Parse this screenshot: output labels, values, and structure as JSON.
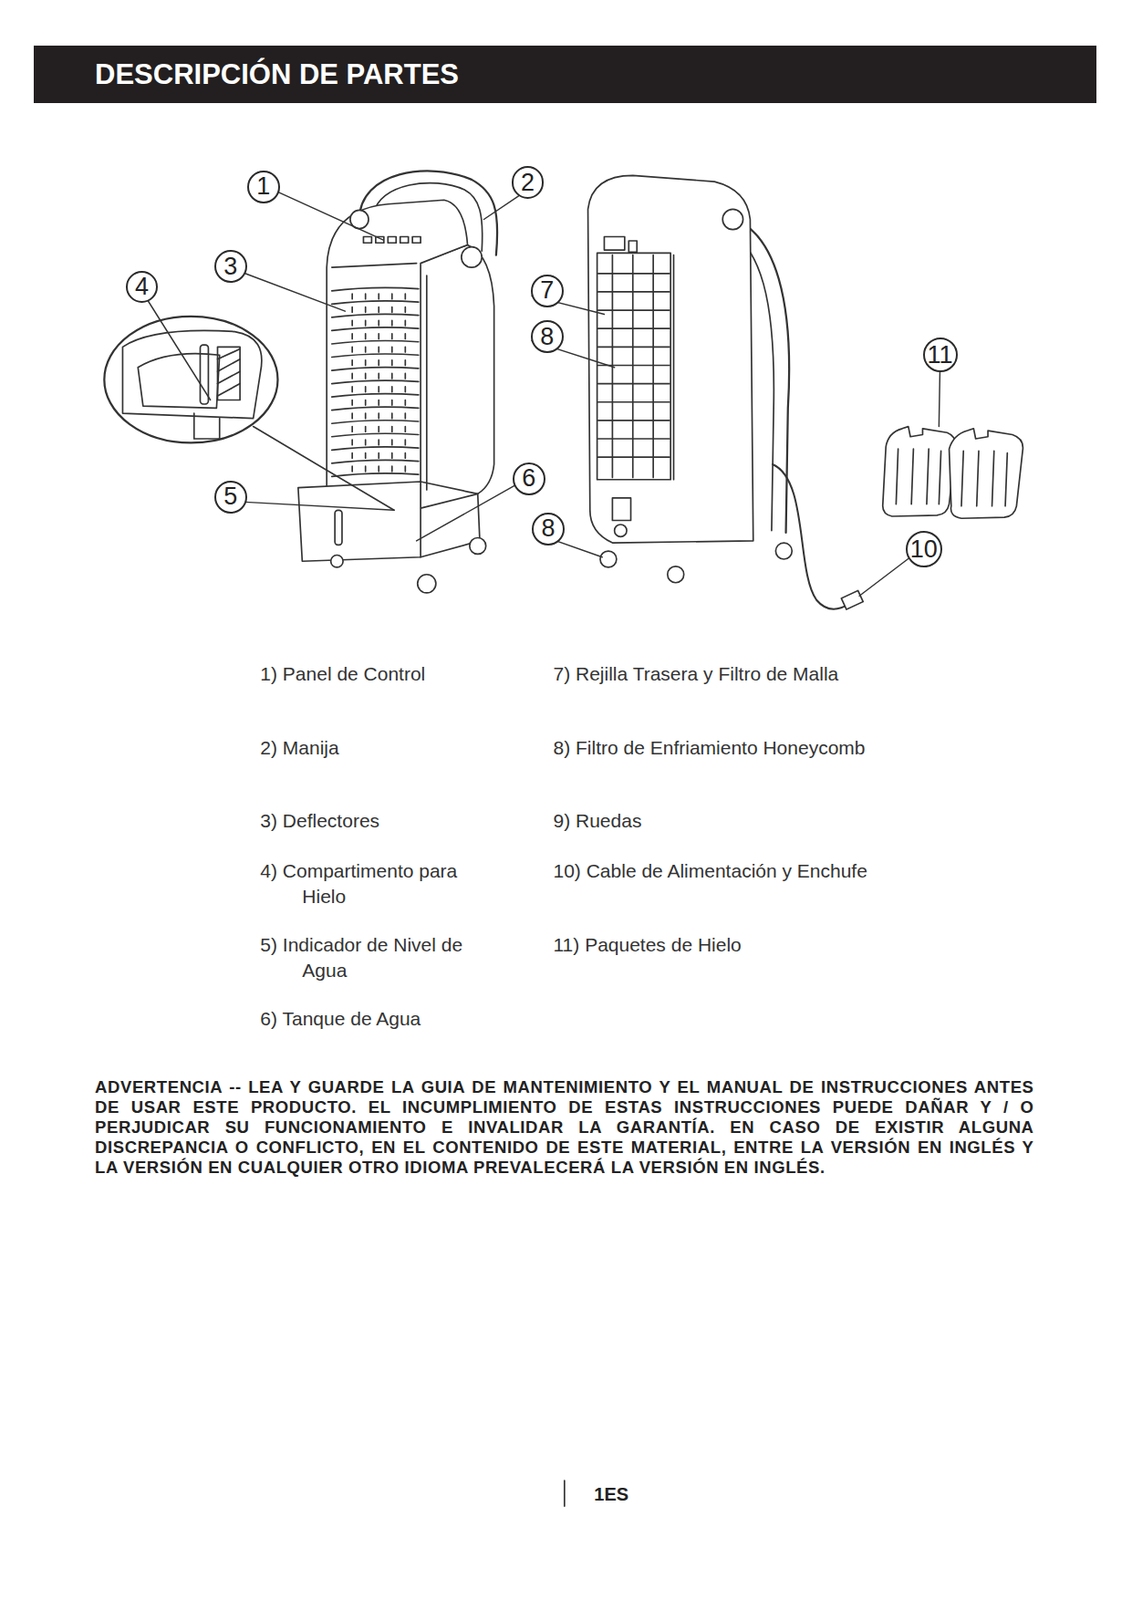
{
  "diagram": {
    "title": "DESCRIPCIÓN DE PARTES",
    "nodes": [
      {
        "text": [
          "2"
        ]
      },
      {
        "text": [
          "1"
        ]
      },
      {
        "text": [
          "3"
        ]
      },
      {
        "text": [
          "4"
        ]
      },
      {
        "text": [
          "7"
        ]
      },
      {
        "text": [
          "8"
        ]
      },
      {
        "text": [
          "11"
        ]
      },
      {
        "text": [
          "6"
        ]
      },
      {
        "text": [
          "5"
        ]
      },
      {
        "text": [
          "8"
        ]
      },
      {
        "text": [
          "10"
        ]
      }
    ],
    "labels": [
      "1) Panel de Control",
      "7) Rejilla Trasera y Filtro de Malla",
      "2) Manija",
      "8) Filtro de Enfriamiento Honeycomb",
      "3) Deflectores",
      "9) Ruedas",
      "4) Compartimento para Hielo",
      "10) Cable de Alimentación y Enchufe",
      "5) Indicador de Nivel de Agua",
      "11) Paquetes de Hielo",
      "6) Tanque de Agua",
      "ADVERTENCIA -- LEA Y GUARDE LA GUIA DE MANTENIMIENTO Y EL MANUAL DE INSTRUCCIONES ANTES DE USAR ESTE PRODUCTO. EL INCUMPLIMIENTO DE ESTAS INSTRUCCIONES PUEDE DAÑAR Y / O PERJUDICAR SU FUNCIONAMIENTO E INVALIDAR LA GARANTÍA. EN CASO DE EXISTIR ALGUNA DISCREPANCIA O CONFLICTO, EN EL CONTENIDO DE ESTE MATERIAL, ENTRE LA VERSIÓN EN INGLÉS Y LA VERSIÓN EN CUALQUIER OTRO IDIOMA PREVALECERÁ LA VERSIÓN EN INGLÉS.",
      "1ES"
    ]
  }
}
